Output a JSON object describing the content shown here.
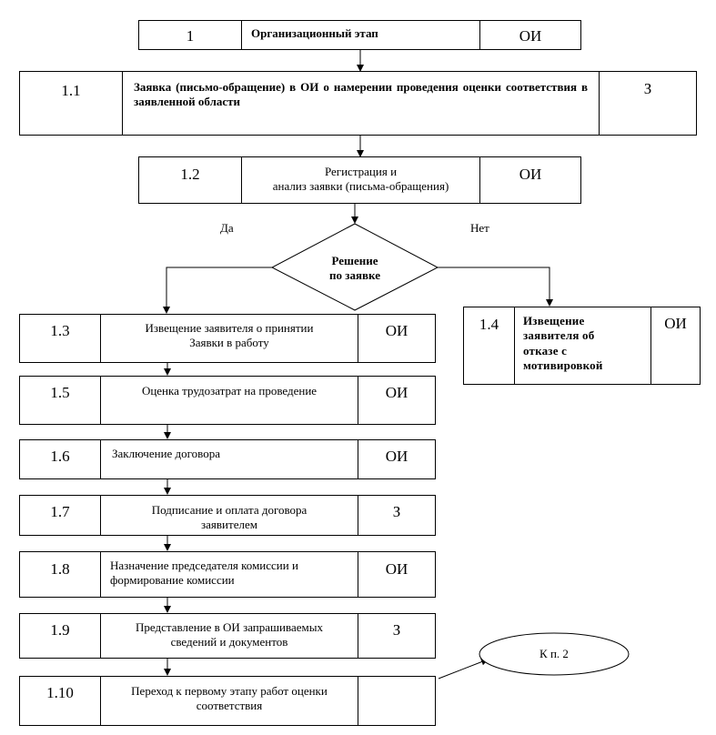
{
  "steps": [
    {
      "num": "1",
      "text": "Организационный этап",
      "exec": "ОИ"
    },
    {
      "num": "1.1",
      "text": "Заявка (письмо-обращение) в ОИ о намерении проведения оценки соответствия в заявленной области",
      "exec": "З"
    },
    {
      "num": "1.2",
      "text": "Регистрация и\nанализ заявки (письма-обращения)",
      "exec": "ОИ"
    },
    {
      "num": "1.3",
      "text": "Извещение заявителя о принятии\nЗаявки в работу",
      "exec": "ОИ"
    },
    {
      "num": "1.4",
      "text": "Извещение заявителя об отказе с мотивировкой",
      "exec": "ОИ"
    },
    {
      "num": "1.5",
      "text": "Оценка трудозатрат на проведение",
      "exec": "ОИ"
    },
    {
      "num": "1.6",
      "text": "Заключение договора",
      "exec": "ОИ"
    },
    {
      "num": "1.7",
      "text": "Подписание и оплата договора\nзаявителем",
      "exec": "З"
    },
    {
      "num": "1.8",
      "text": "Назначение председателя комиссии и формирование комиссии",
      "exec": "ОИ"
    },
    {
      "num": "1.9",
      "text": "Представление в ОИ запрашиваемых\nсведений и документов",
      "exec": "З"
    },
    {
      "num": "1.10",
      "text": "Переход к первому этапу работ оценки соответствия",
      "exec": ""
    }
  ],
  "decision": {
    "text": "Решение\nпо заявке",
    "yes": "Да",
    "no": "Нет"
  },
  "connector": {
    "text": "К п. 2"
  }
}
